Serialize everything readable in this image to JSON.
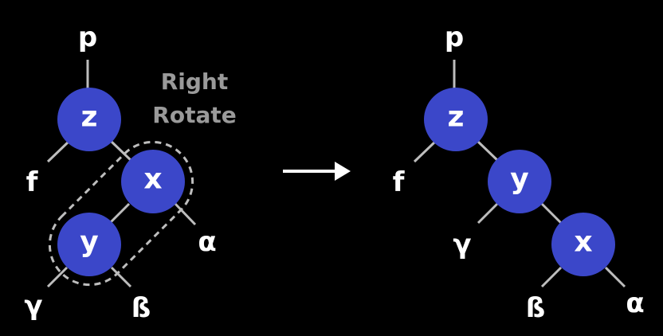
{
  "colors": {
    "node": "#3b47c9",
    "edge": "#bdbdbd",
    "caption": "#9a9a9a",
    "background": "#000000"
  },
  "caption": {
    "line1": "Right",
    "line2": "Rotate"
  },
  "before": {
    "parent": "p",
    "nodes": {
      "z": "z",
      "x": "x",
      "y": "y"
    },
    "subtrees": {
      "f": "f",
      "alpha": "α",
      "gamma": "γ",
      "beta": "ß"
    }
  },
  "after": {
    "parent": "p",
    "nodes": {
      "z": "z",
      "y": "y",
      "x": "x"
    },
    "subtrees": {
      "f": "f",
      "gamma": "γ",
      "beta": "ß",
      "alpha": "α"
    }
  },
  "arrow_icon": "right-arrow-icon"
}
